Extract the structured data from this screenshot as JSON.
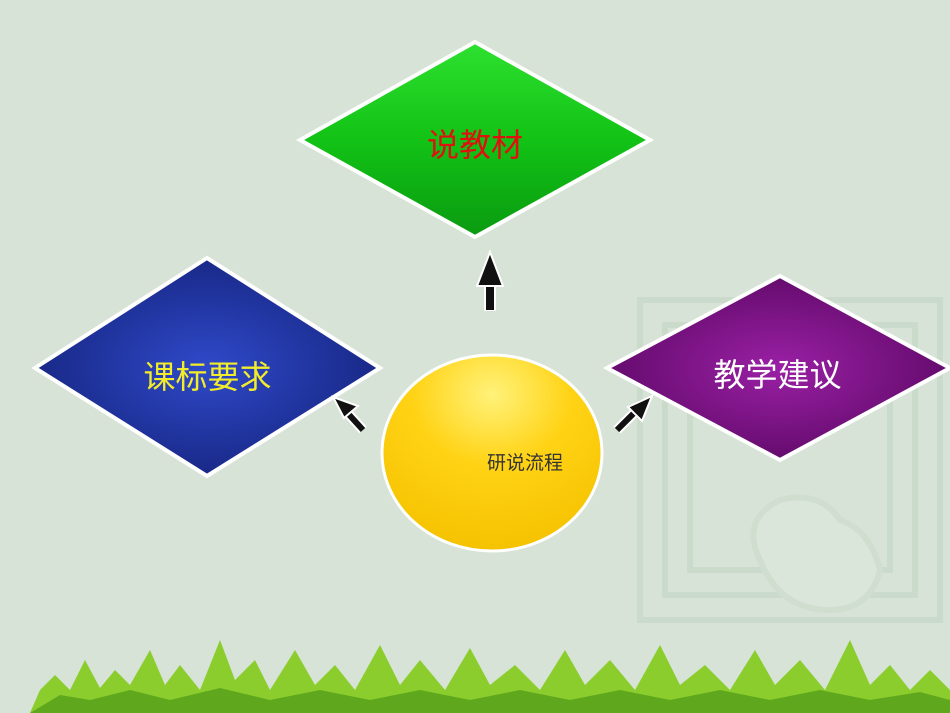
{
  "diagram": {
    "top_node": {
      "label": "说教材",
      "fill": "#0fbf14",
      "text_color": "#e01010"
    },
    "left_node": {
      "label": "课标要求",
      "fill": "#1b2fa0",
      "text_color": "#f2ec2a"
    },
    "right_node": {
      "label": "教学建议",
      "fill": "#7a0c83",
      "text_color": "#ffffff"
    },
    "center_node": {
      "label": "研说流程",
      "fill": "#ffd21a",
      "text_color": "#333333"
    },
    "arrow_color": "#111111"
  }
}
